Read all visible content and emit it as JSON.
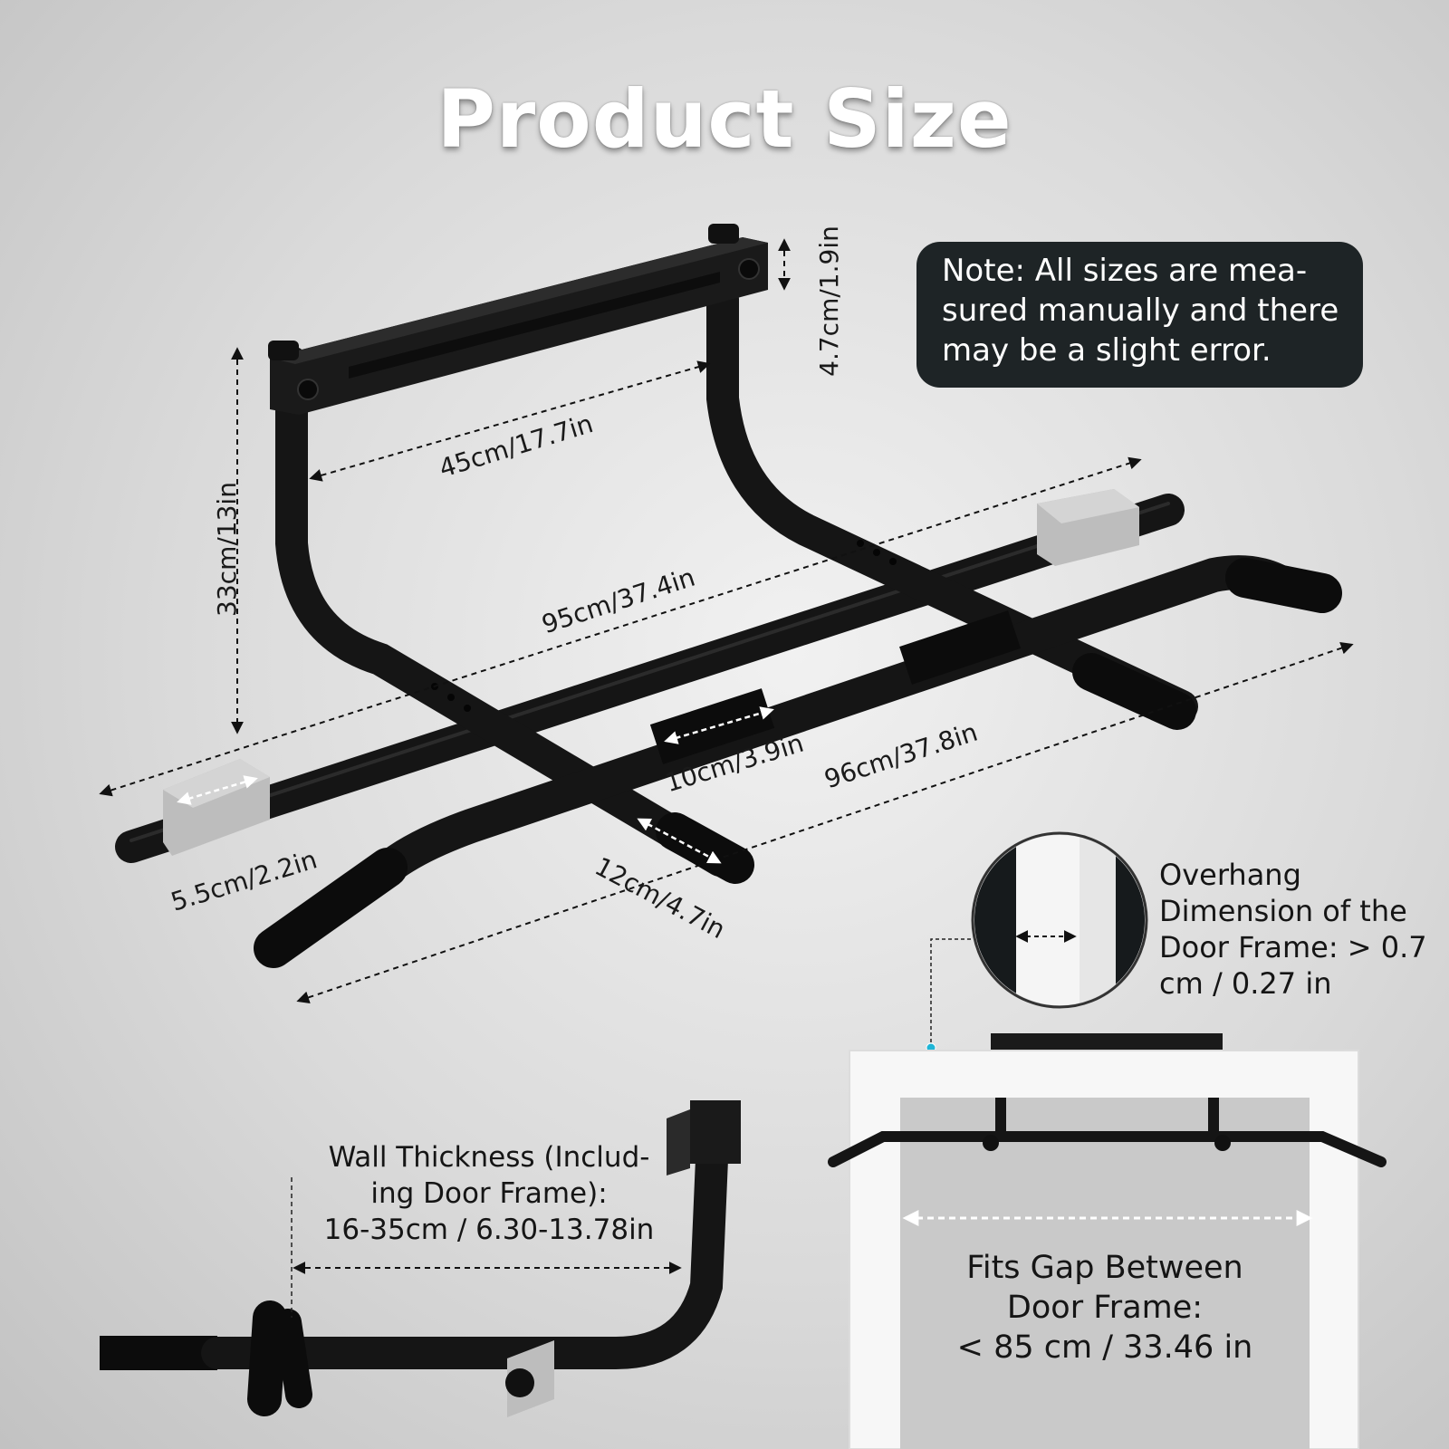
{
  "title": "Product Size",
  "note": {
    "lines": [
      "Note: All sizes are mea-",
      "sured manually and there",
      "may be a slight error."
    ]
  },
  "dimensions": {
    "top_bar_height": "4.7cm/1.9in",
    "total_height": "33cm/13in",
    "inner_width": "45cm/17.7in",
    "back_bar_length": "95cm/37.4in",
    "front_bar_length": "96cm/37.8in",
    "grip_length": "10cm/3.9in",
    "pad_length": "5.5cm/2.2in",
    "foot_grip_length": "12cm/4.7in"
  },
  "overhang": {
    "lines": [
      "Overhang",
      "Dimension of the",
      "Door Frame: > 0.7",
      "cm / 0.27 in"
    ]
  },
  "wall": {
    "lines": [
      "Wall Thickness (Includ-",
      "ing Door Frame):",
      "16-35cm / 6.30-13.78in"
    ]
  },
  "gap": {
    "lines": [
      "Fits Gap Between",
      "Door Frame:",
      "< 85 cm / 33.46 in"
    ]
  },
  "colors": {
    "bar": "#151515",
    "note_bg": "#1e2426",
    "door_frame": "#f7f7f7",
    "accent_dot": "#1fb5d6"
  }
}
